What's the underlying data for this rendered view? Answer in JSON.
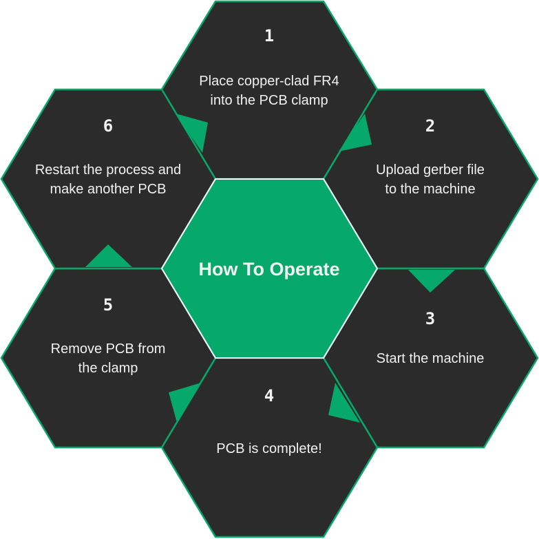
{
  "colors": {
    "accent": "#06a86b",
    "hexagon_fill": "#2b2b2b",
    "text": "#f2f2f2"
  },
  "center": {
    "title": "How To Operate"
  },
  "steps": [
    {
      "number": "1",
      "lines": [
        "Place copper-clad FR4",
        "into the PCB clamp"
      ]
    },
    {
      "number": "2",
      "lines": [
        "Upload gerber file",
        "to the machine"
      ]
    },
    {
      "number": "3",
      "lines": [
        "Start the machine"
      ]
    },
    {
      "number": "4",
      "lines": [
        "PCB is complete!"
      ]
    },
    {
      "number": "5",
      "lines": [
        "Remove PCB from",
        "the clamp"
      ]
    },
    {
      "number": "6",
      "lines": [
        "Restart the process and",
        "make another PCB"
      ]
    }
  ]
}
